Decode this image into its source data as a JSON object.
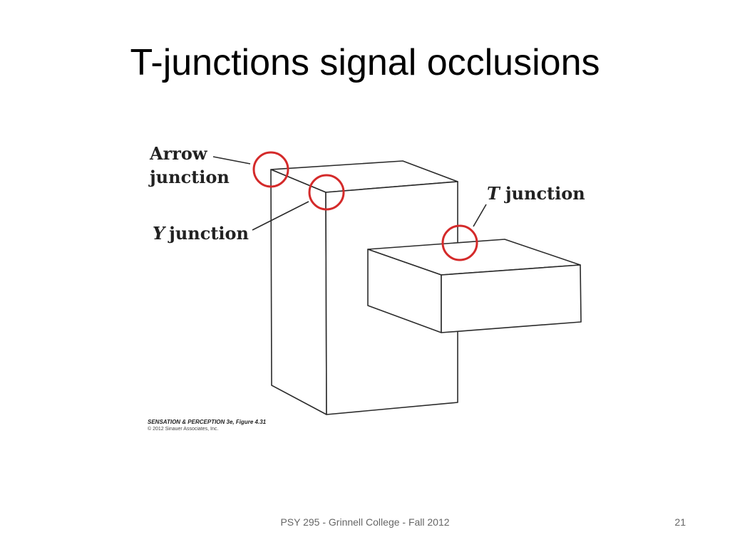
{
  "slide": {
    "title": "T-junctions signal occlusions"
  },
  "figure": {
    "labels": {
      "arrow_line1": "Arrow",
      "arrow_line2": "junction",
      "y_letter": "Y",
      "y_word": "junction",
      "t_letter": "T",
      "t_word": "junction"
    },
    "caption": {
      "source": "SENSATION & PERCEPTION 3e, Figure 4.31",
      "copyright": "© 2012 Sinauer Associates, Inc."
    },
    "colors": {
      "circle": "#d42a2a",
      "line": "#2b2b2b"
    }
  },
  "footer": {
    "course": "PSY 295 - Grinnell College - Fall 2012",
    "page_number": "21"
  }
}
